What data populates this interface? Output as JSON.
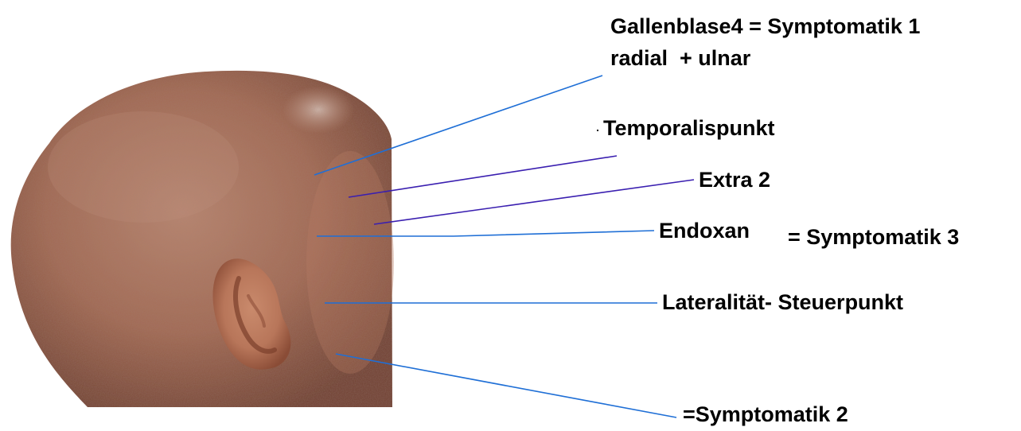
{
  "figure": {
    "labels": {
      "gallenblase": "Gallenblase4 = Symptomatik 1",
      "radial_ulnar": "radial  + ulnar",
      "temporalispunkt": "Temporalispunkt",
      "extra2": "Extra 2",
      "endoxan": "Endoxan",
      "symptomatik3": "= Symptomatik 3",
      "lateralitaet": "Lateralität- Steuerpunkt",
      "symptomatik2": "=Symptomatik 2"
    },
    "line_colors": {
      "blue": "#1f6fd6",
      "purple": "#3a1fb0"
    },
    "photo": {
      "subject": "bald head, side view with ear",
      "skin_color": "#a9715a",
      "shadow_color": "#7d4a37"
    }
  }
}
